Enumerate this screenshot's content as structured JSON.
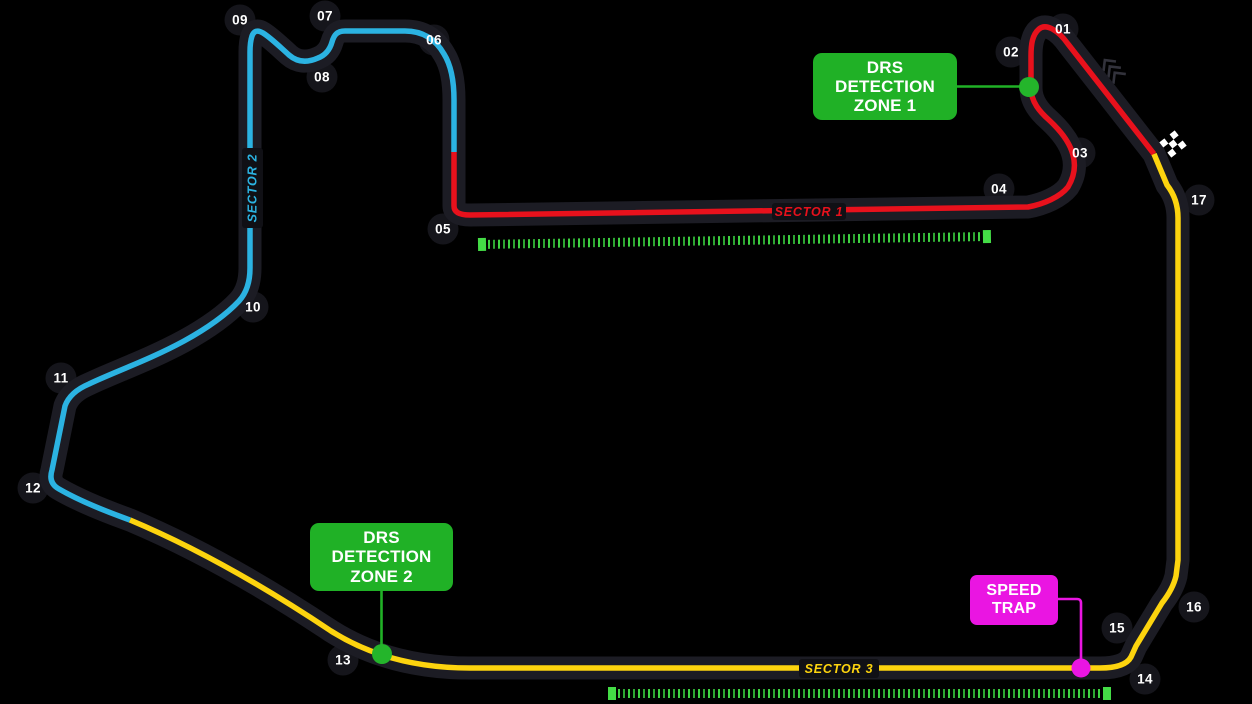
{
  "title": "Formula 1 circuit map with sectors, DRS zones and speed trap",
  "colors": {
    "background": "#000000",
    "track_casing": "#1c1c24",
    "turn_marker_bg": "#15151b",
    "sector1_red": "#e8111c",
    "sector2_cyan": "#2bb3e2",
    "sector3_yellow": "#fdd40e",
    "drs_green": "#20b126",
    "tick_green": "#3bd03f",
    "speed_trap_magenta": "#ea15e2",
    "label_white": "#ffffff"
  },
  "sectors": [
    {
      "label": "SECTOR 1",
      "color": "#e8111c"
    },
    {
      "label": "SECTOR 2",
      "color": "#2bb3e2"
    },
    {
      "label": "SECTOR 3",
      "color": "#fdd40e"
    }
  ],
  "turns": [
    {
      "label": "01"
    },
    {
      "label": "02"
    },
    {
      "label": "03"
    },
    {
      "label": "04"
    },
    {
      "label": "05"
    },
    {
      "label": "06"
    },
    {
      "label": "07"
    },
    {
      "label": "08"
    },
    {
      "label": "09"
    },
    {
      "label": "10"
    },
    {
      "label": "11"
    },
    {
      "label": "12"
    },
    {
      "label": "13"
    },
    {
      "label": "14"
    },
    {
      "label": "15"
    },
    {
      "label": "16"
    },
    {
      "label": "17"
    }
  ],
  "callouts": {
    "drs_zone_1": {
      "line1": "DRS",
      "line2": "DETECTION",
      "line3": "ZONE 1"
    },
    "drs_zone_2": {
      "line1": "DRS",
      "line2": "DETECTION",
      "line3": "ZONE 2"
    },
    "speed_trap": {
      "line1": "SPEED",
      "line2": "TRAP"
    }
  },
  "icons": {
    "finish_line": "checkered-flag",
    "direction": "chevron-arrows"
  }
}
